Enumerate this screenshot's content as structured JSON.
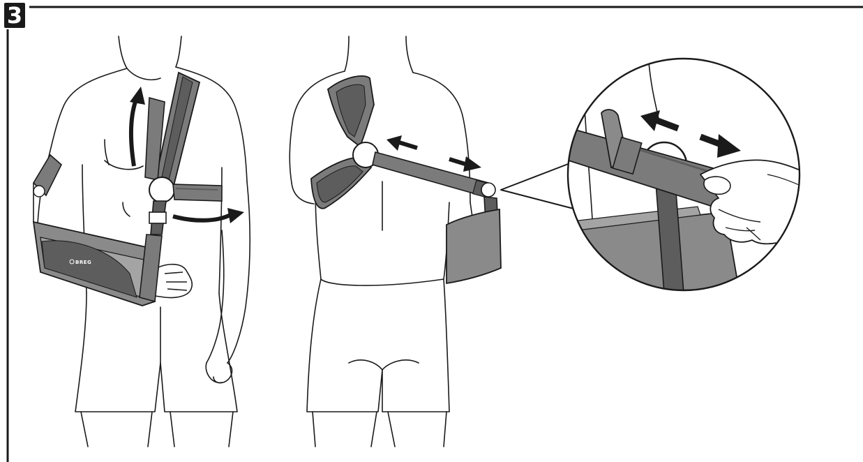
{
  "step": {
    "number": "3"
  },
  "brand": {
    "logo_text": "BREG"
  },
  "colors": {
    "strap_dark": "#5d5d5d",
    "strap_mid": "#7b7b7b",
    "sling_body": "#8a8a8a",
    "sling_light": "#a4a4a4",
    "outline": "#1a1a1a",
    "page": "#ffffff"
  },
  "panels": [
    {
      "name": "front-view",
      "arrows": [
        "up",
        "right"
      ]
    },
    {
      "name": "back-view",
      "arrows": [
        "left",
        "right"
      ]
    },
    {
      "name": "detail-callout",
      "arrows": [
        "left",
        "right"
      ]
    }
  ]
}
